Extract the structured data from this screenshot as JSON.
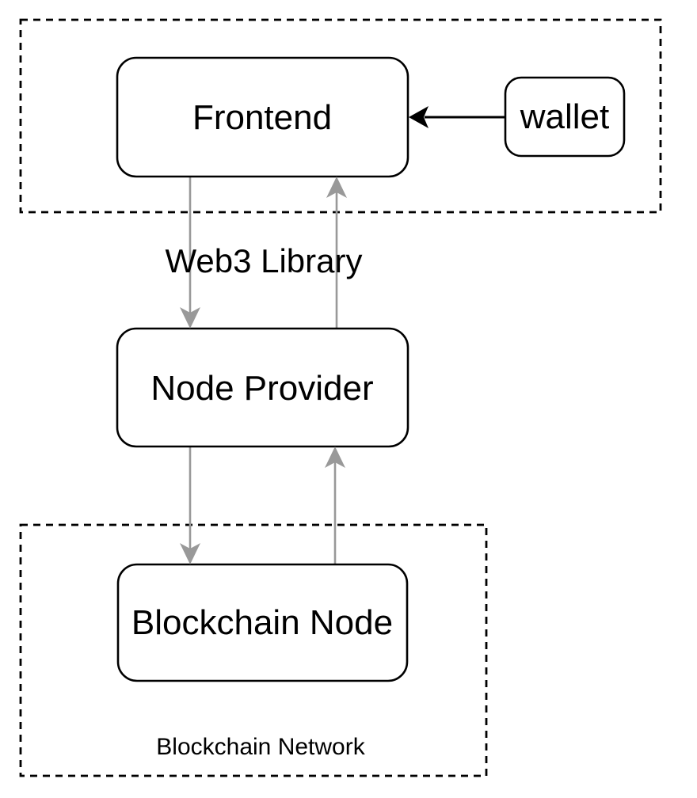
{
  "diagram": {
    "background": "#ffffff",
    "colors": {
      "node_fill": "#ffffff",
      "node_stroke": "#000000",
      "group_stroke": "#000000",
      "arrow_gray": "#999999",
      "arrow_black": "#000000",
      "text": "#000000"
    },
    "nodes": {
      "frontend": {
        "label": "Frontend"
      },
      "wallet": {
        "label": "wallet"
      },
      "node_provider": {
        "label": "Node Provider"
      },
      "blockchain_node": {
        "label": "Blockchain Node"
      }
    },
    "groups": {
      "frontend_group": {
        "label": ""
      },
      "blockchain_network": {
        "label": "Blockchain Network"
      }
    },
    "edges": {
      "wallet_to_frontend": {
        "from": "wallet",
        "to": "frontend",
        "color": "#000000",
        "direction": "left"
      },
      "frontend_to_node_provider": {
        "from": "frontend",
        "to": "node_provider",
        "color": "#999999",
        "direction": "down",
        "label": "Web3 Library"
      },
      "node_provider_to_frontend": {
        "from": "node_provider",
        "to": "frontend",
        "color": "#999999",
        "direction": "up"
      },
      "node_provider_to_blockchain_node": {
        "from": "node_provider",
        "to": "blockchain_node",
        "color": "#999999",
        "direction": "down"
      },
      "blockchain_node_to_node_provider": {
        "from": "blockchain_node",
        "to": "node_provider",
        "color": "#999999",
        "direction": "up"
      }
    }
  }
}
